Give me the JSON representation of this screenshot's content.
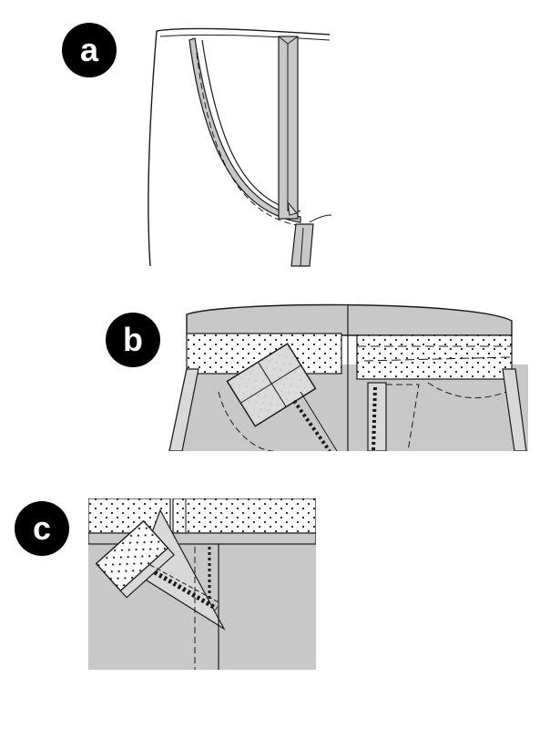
{
  "steps": [
    {
      "label": "a"
    },
    {
      "label": "b"
    },
    {
      "label": "c"
    }
  ],
  "colors": {
    "fabric": "#c8c8c8",
    "fabric_light": "#d9d9d9",
    "outline": "#1a1a1a",
    "badge": "#000000",
    "badge_text": "#ffffff",
    "interfacing_dots": "#1a1a1a",
    "background": "#ffffff"
  }
}
